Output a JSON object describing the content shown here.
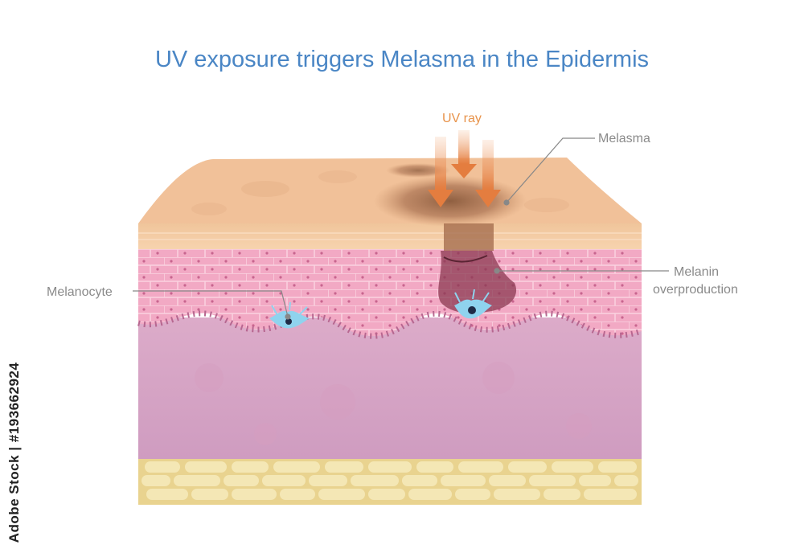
{
  "title": "UV exposure triggers Melasma in the Epidermis",
  "labels": {
    "uv_ray": "UV ray",
    "melasma": "Melasma",
    "melanin_line1": "Melanin",
    "melanin_line2": "overproduction",
    "melanocyte": "Melanocyte"
  },
  "watermark": "Adobe Stock | #193662924",
  "colors": {
    "title": "#4a86c5",
    "uv_arrow": "#e8934a",
    "skin_surface": "#f3c9a0",
    "epidermis": "#f0a2bf",
    "dermis": "#d7a4c4",
    "fat": "#efe0a6",
    "melanocyte": "#8fd3ee"
  }
}
